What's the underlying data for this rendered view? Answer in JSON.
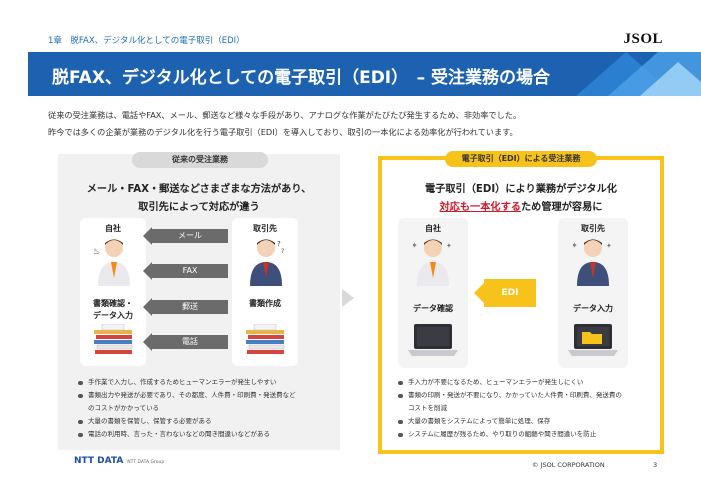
{
  "header": {
    "chapter": "1章　脱FAX、デジタル化としての電子取引（EDI）",
    "logo": "JSOL",
    "title": "脱FAX、デジタル化としての電子取引（EDI）　–  受注業務の場合"
  },
  "intro": {
    "line1": "従来の受注業務は、電話やFAX、メール、郵送など様々な手段があり、アナログな作業がたびたび発生するため、非効率でした。",
    "line2": "昨今では多くの企業が業務のデジタル化を行う電子取引（EDI）を導入しており、取引の一本化による効率化が行われています。"
  },
  "left": {
    "tag": "従来の受注業務",
    "heading_line1": "メール・FAX・郵送などさまざまな方法があり、",
    "heading_line2": "取引先によって対応が違う",
    "self_label": "自社",
    "partner_label": "取引先",
    "self_task_line1": "書類確認・",
    "self_task_line2": "データ入力",
    "partner_task": "書類作成",
    "channels": [
      "メール",
      "FAX",
      "郵送",
      "電話"
    ],
    "bullets": [
      "手作業で入力し、作成するためヒューマンエラーが発生しやすい",
      "書類出力や発送が必要であり、その都度、人件費・印刷費・発送費など",
      "のコストがかかっている",
      "大量の書類を保管し、保管する必要がある",
      "電話の利用時、言った・言わないなどの聞き間違いなどがある"
    ]
  },
  "right": {
    "tag": "電子取引（EDI）による受注業務",
    "heading_line1": "電子取引（EDI）により業務がデジタル化",
    "heading_red": "対応も一本化する",
    "heading_rest": "ため管理が容易に",
    "self_label": "自社",
    "partner_label": "取引先",
    "self_task": "データ確認",
    "partner_task": "データ入力",
    "edi": "EDI",
    "bullets": [
      "手入力が不要になるため、ヒューマンエラーが発生しにくい",
      "書類の印刷・発送が不要になり、かかっていた人件費・印刷費、発送費の",
      "コストを削減",
      "大量の書類をシステムによって簡単に処理、保存",
      "システムに履歴が残るため、やり取りの齟齬や聞き間違いを防止"
    ]
  },
  "footer": {
    "ntt": "NTT DATA",
    "ntt_sub": "NTT DATA Group",
    "copyright": "© JSOL CORPORATION",
    "page": "3"
  },
  "colors": {
    "brand_blue": "#1c62b0",
    "accent_yellow": "#f7c21a",
    "arrow_gray": "#6b6b6b",
    "emphasis_red": "#d0182a"
  }
}
